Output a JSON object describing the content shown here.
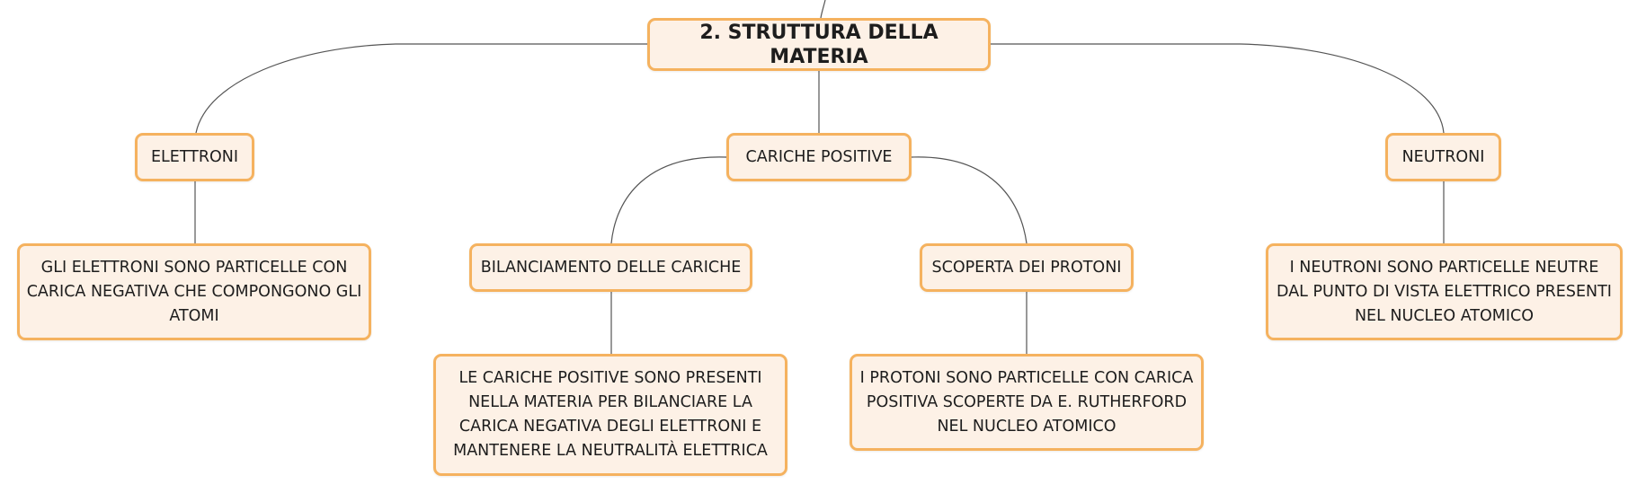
{
  "mindmap": {
    "root": {
      "label": "2. STRUTTURA DELLA MATERIA"
    },
    "branches": [
      {
        "label": "ELETTRONI",
        "children": [
          {
            "label": "GLI ELETTRONI SONO PARTICELLE CON CARICA NEGATIVA CHE COMPONGONO GLI ATOMI"
          }
        ]
      },
      {
        "label": "CARICHE POSITIVE",
        "children": [
          {
            "label": "BILANCIAMENTO DELLE CARICHE",
            "children": [
              {
                "label": "LE CARICHE POSITIVE SONO PRESENTI NELLA MATERIA PER BILANCIARE LA CARICA NEGATIVA DEGLI ELETTRONI E MANTENERE LA NEUTRALITÀ ELETTRICA"
              }
            ]
          },
          {
            "label": "SCOPERTA DEI PROTONI",
            "children": [
              {
                "label": "I PROTONI SONO PARTICELLE CON CARICA POSITIVA SCOPERTE DA E. RUTHERFORD NEL NUCLEO ATOMICO"
              }
            ]
          }
        ]
      },
      {
        "label": "NEUTRONI",
        "children": [
          {
            "label": "I NEUTRONI SONO PARTICELLE NEUTRE DAL PUNTO DI VISTA ELETTRICO PRESENTI NEL NUCLEO ATOMICO"
          }
        ]
      }
    ]
  },
  "colors": {
    "node_border": "#f5b25f",
    "node_fill": "#fdf1e6",
    "connector": "#555555"
  }
}
